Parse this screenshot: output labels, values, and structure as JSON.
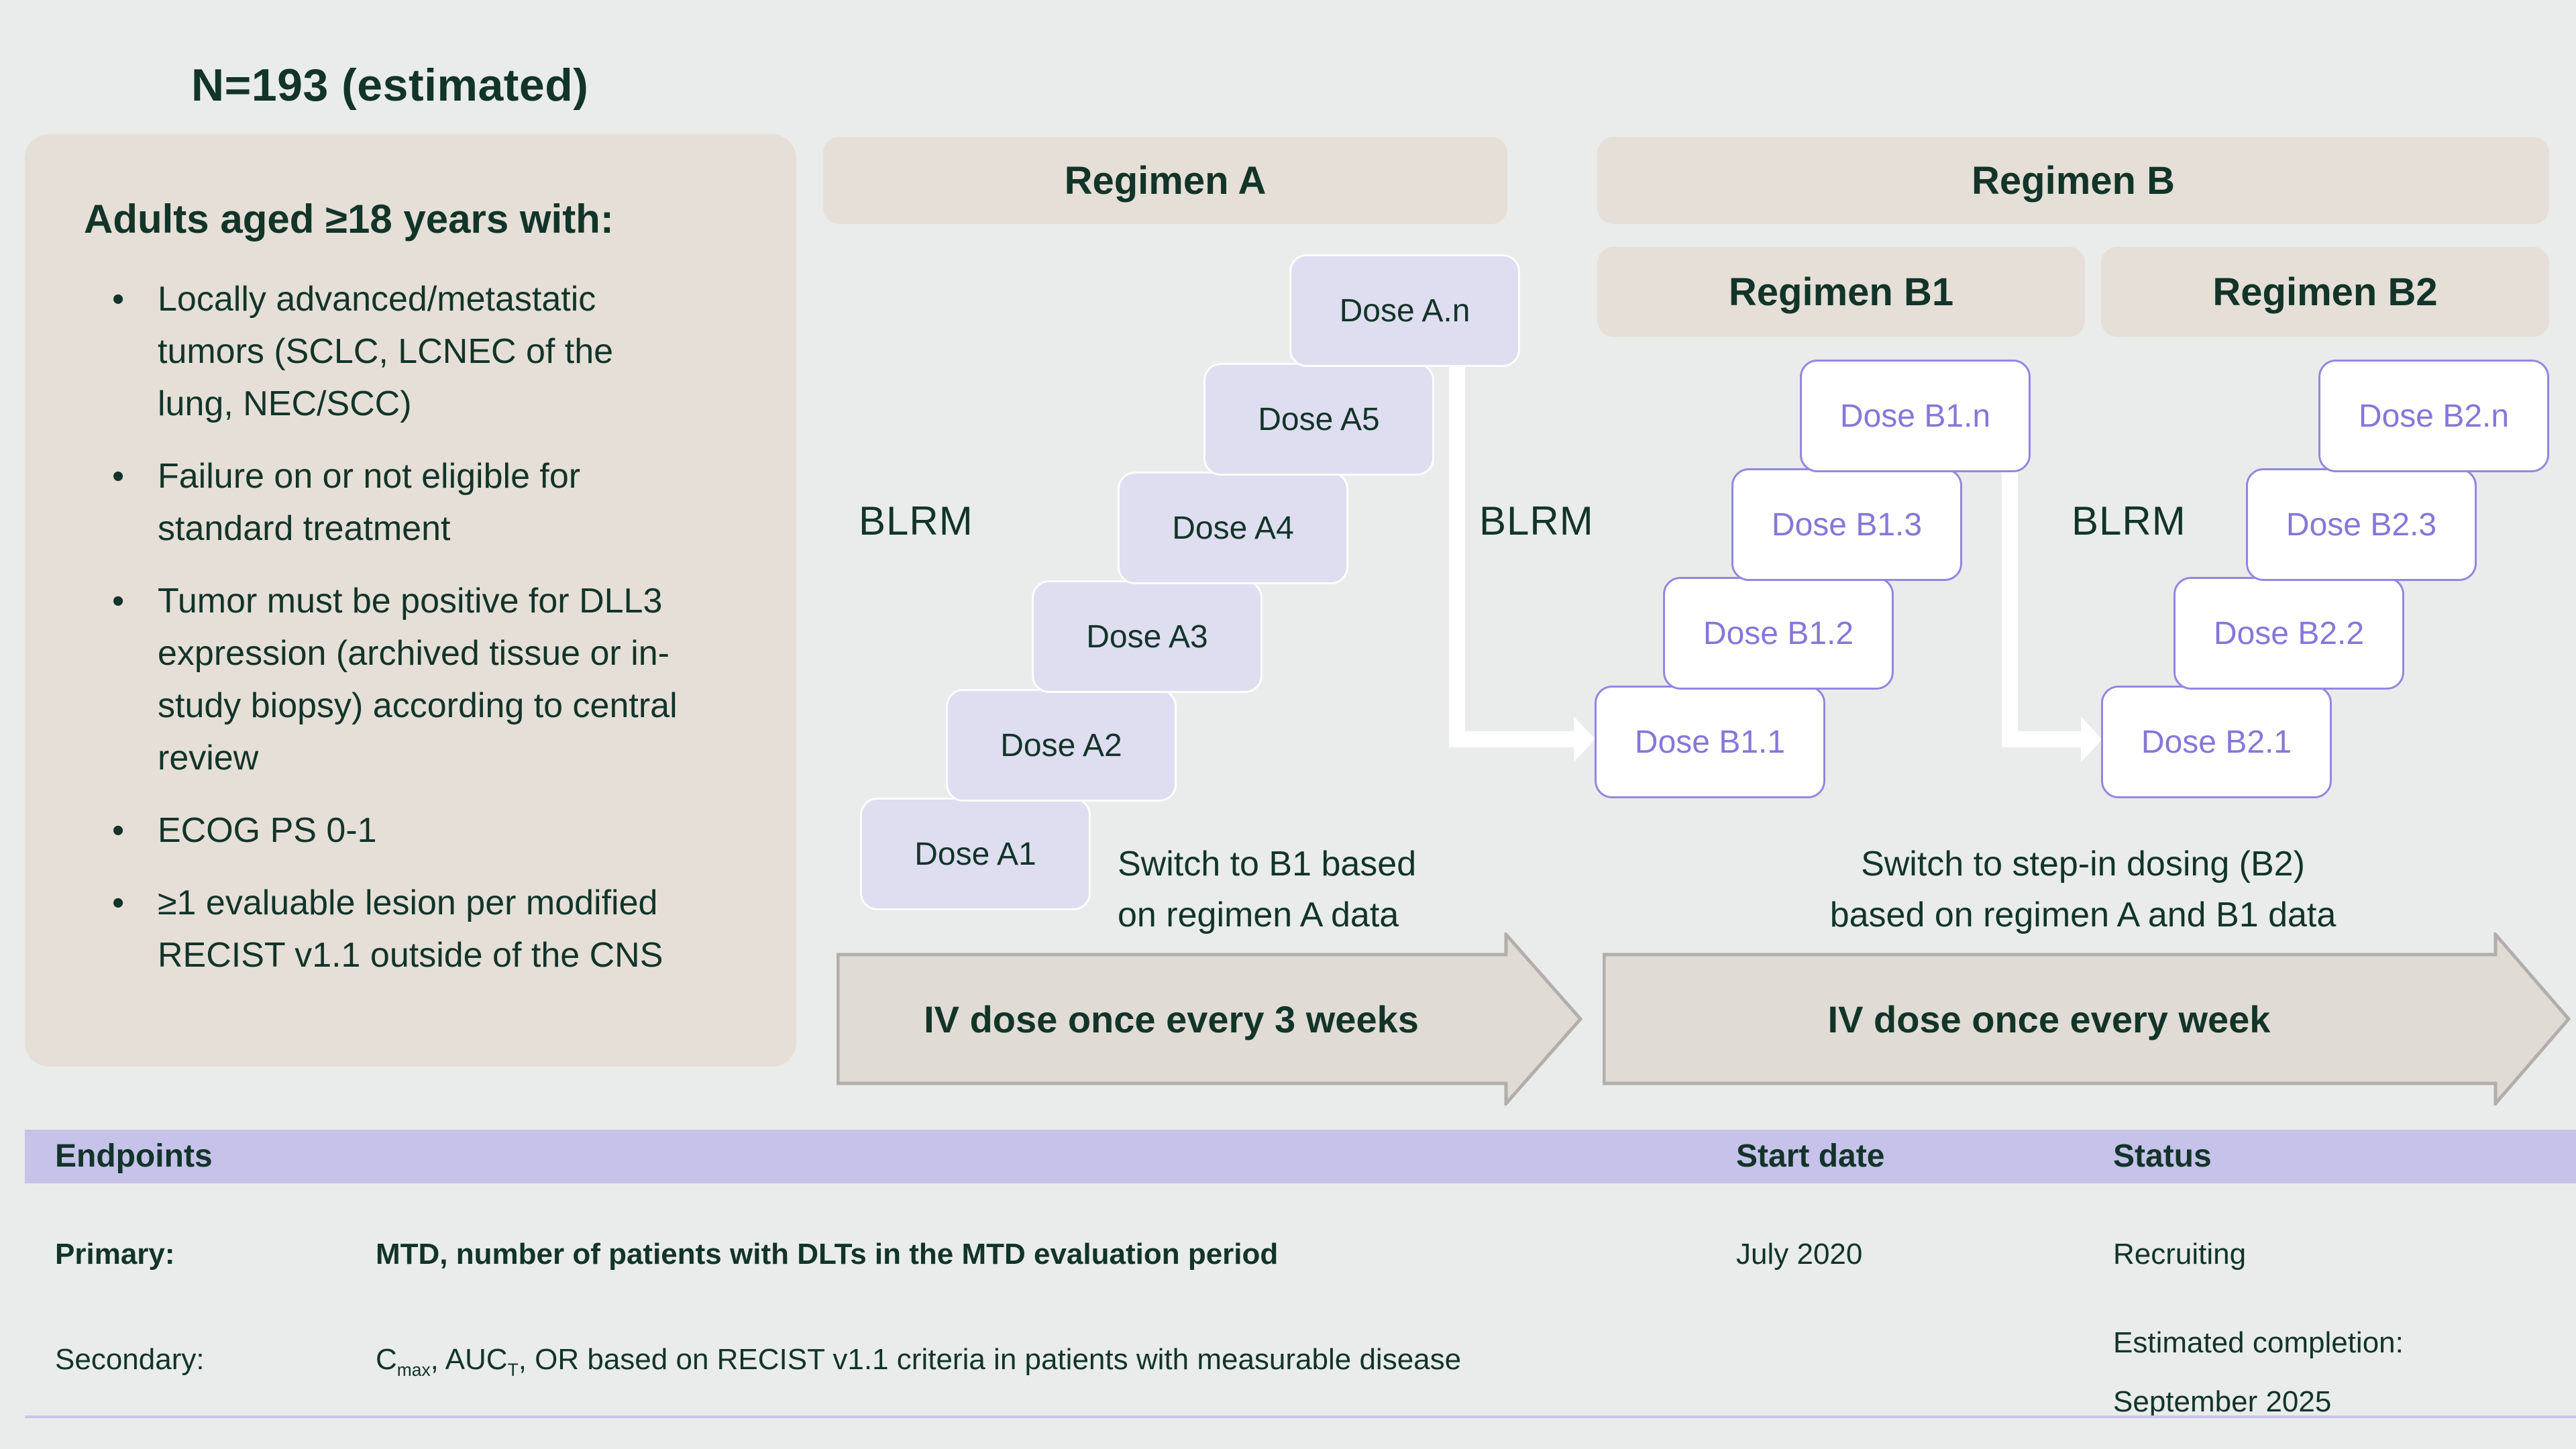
{
  "title": "N=193 (estimated)",
  "eligibility": {
    "heading": "Adults aged ≥18 years with:",
    "bullets": [
      "Locally advanced/metastatic tumors (SCLC, LCNEC of the lung, NEC/SCC)",
      "Failure on or not eligible for standard treatment",
      "Tumor must be positive for DLL3 expression (archived tissue or in-study biopsy) according to central review",
      "ECOG PS 0-1",
      "≥1 evaluable lesion per modified RECIST v1.1 outside of the CNS"
    ]
  },
  "regimen_a": {
    "header": "Regimen A",
    "blrm_label": "BLRM",
    "doses": [
      "Dose A1",
      "Dose A2",
      "Dose A3",
      "Dose A4",
      "Dose A5",
      "Dose A.n"
    ],
    "switch_note": [
      "Switch to B1 based",
      "on regimen A data"
    ],
    "schedule_arrow_label": "IV dose once every 3 weeks"
  },
  "regimen_b": {
    "header": "Regimen B",
    "b1": {
      "header": "Regimen B1",
      "blrm_label": "BLRM",
      "doses": [
        "Dose B1.1",
        "Dose B1.2",
        "Dose B1.3",
        "Dose B1.n"
      ]
    },
    "b2": {
      "header": "Regimen B2",
      "blrm_label": "BLRM",
      "doses": [
        "Dose B2.1",
        "Dose B2.2",
        "Dose B2.3",
        "Dose B2.n"
      ]
    },
    "switch_note": [
      "Switch to step-in dosing (B2)",
      "based on regimen A and B1 data"
    ],
    "schedule_arrow_label": "IV dose once every week"
  },
  "endpoints_table": {
    "headers": {
      "endpoints": "Endpoints",
      "start_date": "Start date",
      "status": "Status"
    },
    "primary": {
      "label": "Primary:",
      "description": "MTD, number of patients with DLTs in the MTD evaluation period",
      "start_date": "July 2020",
      "status": "Recruiting"
    },
    "secondary": {
      "label": "Secondary:",
      "description_parts": [
        {
          "text": "C"
        },
        {
          "sub": "max"
        },
        {
          "text": ", AUC"
        },
        {
          "sub": "T"
        },
        {
          "text": ", OR based on RECIST v1.1 criteria in patients with measurable disease"
        }
      ],
      "status_lines": [
        "Estimated completion:",
        "September 2025"
      ]
    }
  },
  "colors": {
    "background": "#e9ecea",
    "dark_green_text": "#123429",
    "beige_panel": "#e5dfd8",
    "lavender_dose_fill": "#dfddf0",
    "purple_accent_text": "#8677d8",
    "purple_dose_border": "#9486e0",
    "table_header_purple": "#c6c2ea",
    "schedule_arrow_fill": "#e0dbd5",
    "schedule_arrow_border": "#b2aeab",
    "connector_white": "#ffffff"
  }
}
